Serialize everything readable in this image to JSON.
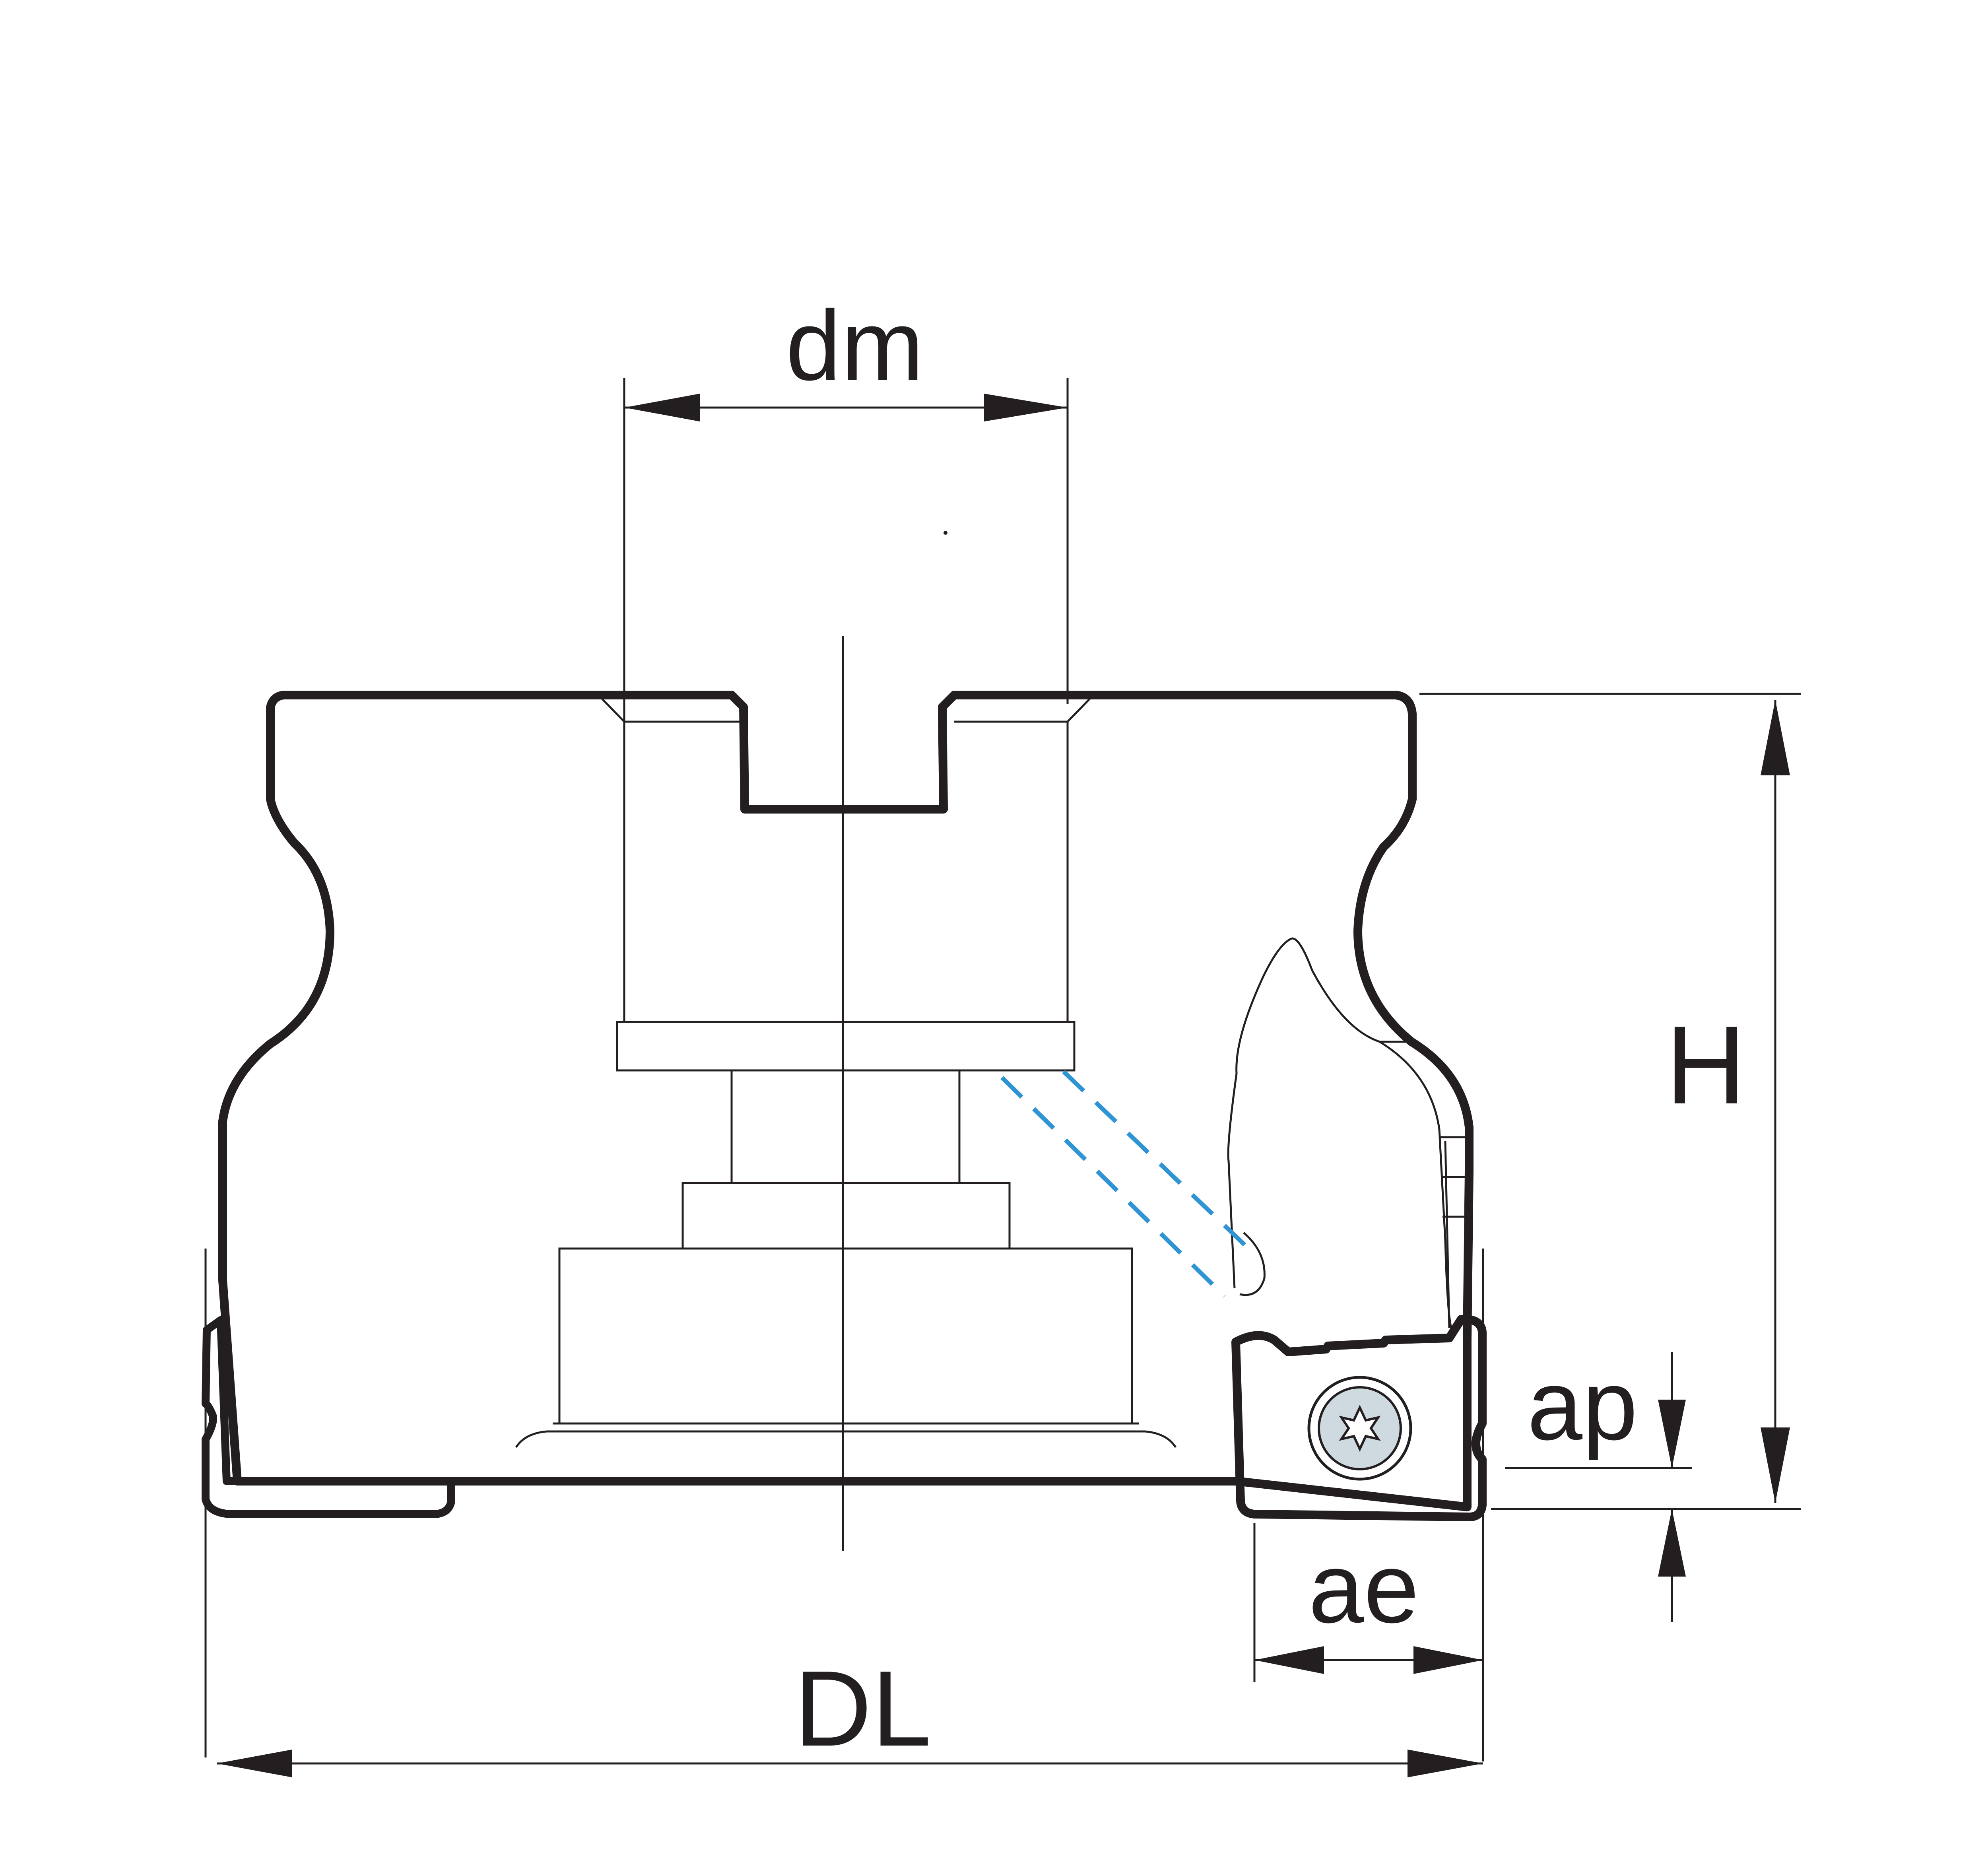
{
  "labels": {
    "dm": "dm",
    "H": "H",
    "ap": "ap",
    "ae": "ae",
    "DL": "DL"
  },
  "colors": {
    "body_fill": "#cfdae0",
    "insert_fill": "#fddc7a",
    "coolant_line": "#2e94d3",
    "outline": "#231f20",
    "background": "#ffffff"
  },
  "icons": {
    "insert_screw": "torx-screw-icon"
  }
}
